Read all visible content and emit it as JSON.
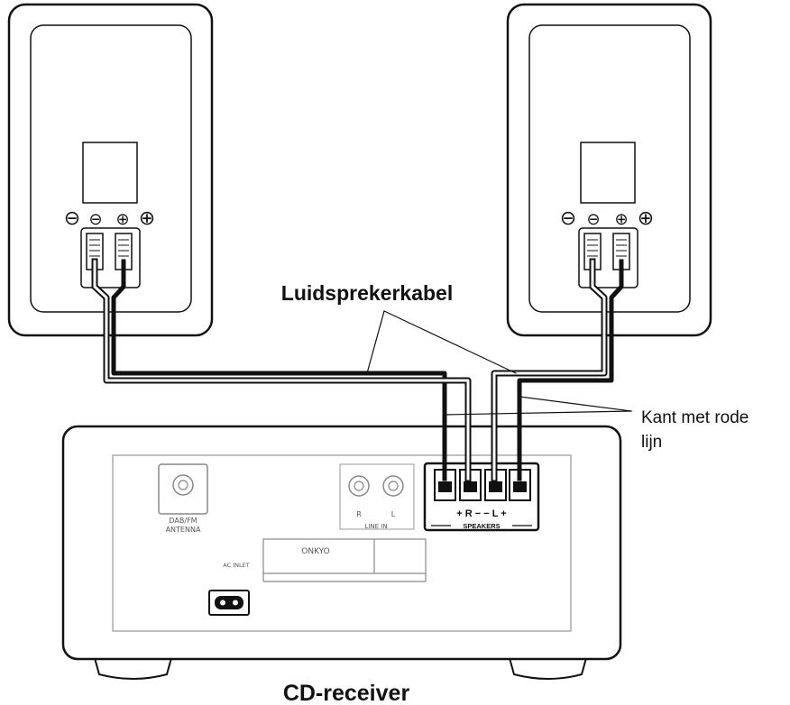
{
  "labels": {
    "speaker_cable": "Luidsprekerkabel",
    "red_line_side_line1": "Kant met rode",
    "red_line_side_line2": "lijn",
    "receiver": "CD-receiver"
  },
  "speaker_terminals": {
    "minus": "⊖",
    "plus": "⊕"
  },
  "receiver_panel": {
    "antenna_line1": "DAB/FM",
    "antenna_line2": "ANTENNA",
    "line_in_r": "R",
    "line_in_l": "L",
    "line_in": "LINE IN",
    "ac_inlet": "AC INLET",
    "brand": "ONKYO",
    "speaker_polarity": "+ R −   − L +",
    "speakers": "SPEAKERS"
  },
  "colors": {
    "outline": "#111111",
    "panel_line": "#888888"
  }
}
